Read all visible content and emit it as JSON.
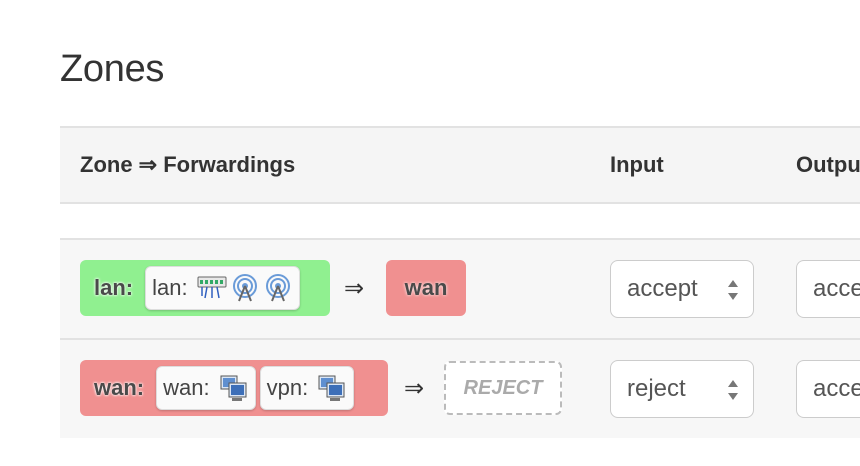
{
  "page": {
    "title": "Zones"
  },
  "table": {
    "headers": {
      "zone_forwardings": "Zone ⇒ Forwardings",
      "input": "Input",
      "output": "Outpu"
    },
    "rows": [
      {
        "zone_label": "lan:",
        "interfaces": [
          {
            "label": "lan:",
            "icons": [
              "ethernet-switch-icon",
              "wireless-icon",
              "wireless-icon"
            ]
          }
        ],
        "arrow": "⇒",
        "forward_target": "wan",
        "input": "accept",
        "output": "acce"
      },
      {
        "zone_label": "wan:",
        "interfaces": [
          {
            "label": "wan:",
            "icons": [
              "network-interface-icon"
            ]
          },
          {
            "label": "vpn:",
            "icons": [
              "network-interface-icon"
            ]
          }
        ],
        "arrow": "⇒",
        "forward_target": "REJECT",
        "input": "reject",
        "output": "acce"
      }
    ]
  },
  "colors": {
    "lan": "#90f090",
    "wan": "#f09090"
  }
}
